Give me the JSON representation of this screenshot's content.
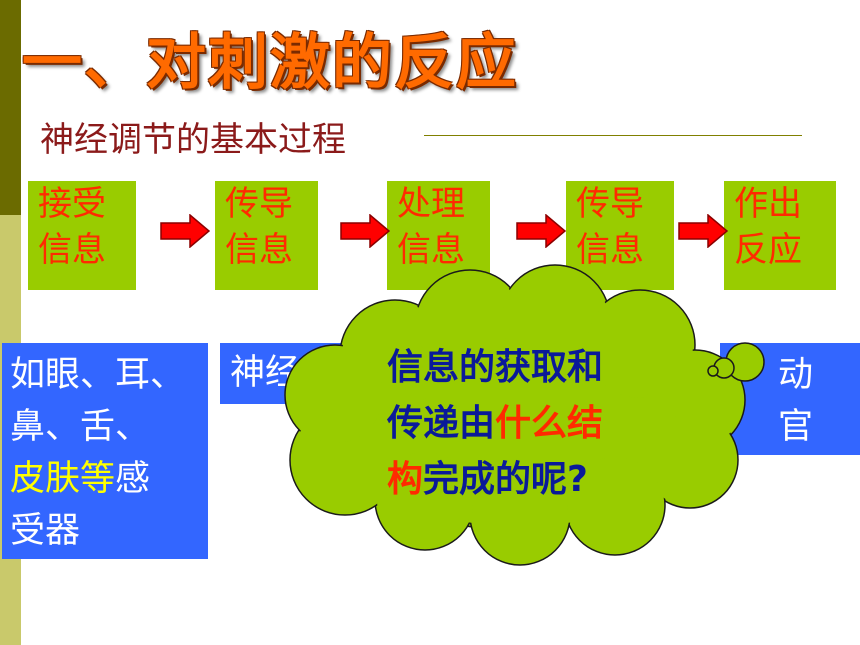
{
  "title": "一、对刺激的反应",
  "subtitle": "神经调节的基本过程",
  "steps": [
    {
      "line1": "接受",
      "line2": "信息"
    },
    {
      "line1": "传导",
      "line2": "信息"
    },
    {
      "line1": "处理",
      "line2": "信息"
    },
    {
      "line1": "传导",
      "line2": "信息"
    },
    {
      "line1": "作出",
      "line2": "反应"
    }
  ],
  "receptor_box": {
    "line1": "如眼、耳、",
    "line2": "鼻、舌、",
    "line3_yellow": "皮肤等",
    "line3_white": "感",
    "line4": "受器"
  },
  "nerve_box": {
    "text": "神经"
  },
  "effector_box": {
    "line1": "动",
    "line2": "官"
  },
  "cloud": {
    "line1": "信息的获取和",
    "line2_a": "传递由",
    "line2_b": "什么结",
    "line3_a": "构",
    "line3_b": "完成的呢?"
  },
  "colors": {
    "accent_bar_dark": "#6b6b00",
    "accent_bar_light": "#c9c96b",
    "step_box": "#99cc00",
    "step_text": "#ff2a00",
    "arrow": "#ff0000",
    "info_box": "#3366ff",
    "cloud_fill": "#99cc00",
    "cloud_text": "#0a1a99"
  }
}
